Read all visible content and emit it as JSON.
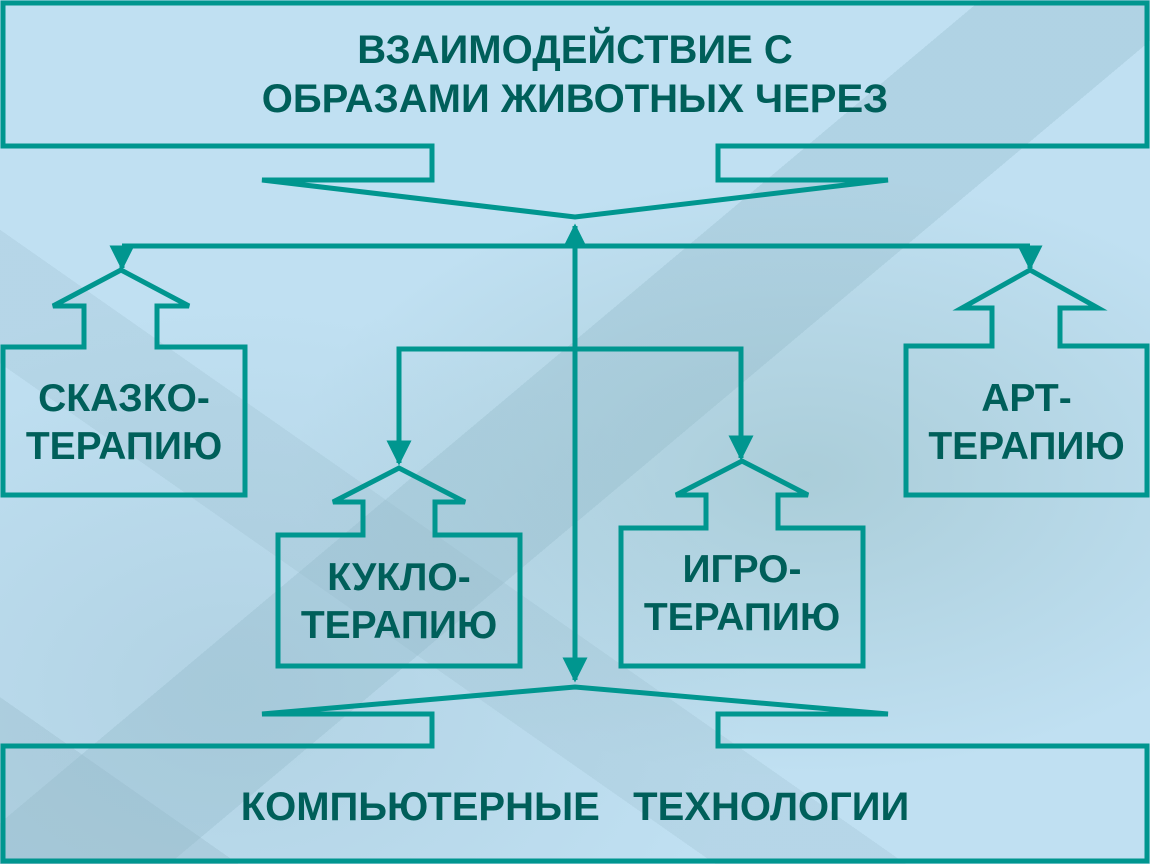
{
  "colors": {
    "line": "#00968f",
    "text": "#005f5a",
    "background": "#c0e0f2"
  },
  "top_box": {
    "lines": [
      "ВЗАИМОДЕЙСТВИЕ С",
      "ОБРАЗАМИ ЖИВОТНЫХ ЧЕРЕЗ"
    ]
  },
  "bottom_box": {
    "text": "КОМПЬЮТЕРНЫЕ   ТЕХНОЛОГИИ"
  },
  "nodes": [
    {
      "id": "skazko",
      "lines": [
        "СКАЗКО-",
        "ТЕРАПИЮ"
      ]
    },
    {
      "id": "kuklo",
      "lines": [
        "КУКЛО-",
        "ТЕРАПИЮ"
      ]
    },
    {
      "id": "igro",
      "lines": [
        "ИГРО-",
        "ТЕРАПИЮ"
      ]
    },
    {
      "id": "art",
      "lines": [
        "АРТ-",
        "ТЕРАПИЮ"
      ]
    }
  ]
}
